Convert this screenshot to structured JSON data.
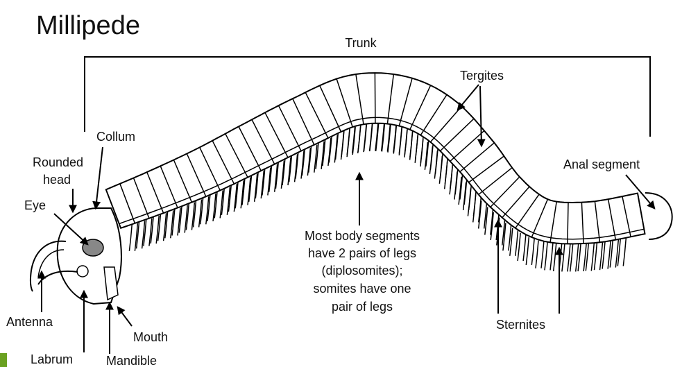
{
  "title": "Millipede",
  "labels": {
    "trunk": "Trunk",
    "tergites": "Tergites",
    "collum": "Collum",
    "rounded_head_1": "Rounded",
    "rounded_head_2": "head",
    "eye": "Eye",
    "anal_segment": "Anal segment",
    "antenna": "Antenna",
    "labrum": "Labrum",
    "mandible": "Mandible",
    "mouth": "Mouth",
    "sternites": "Sternites"
  },
  "note_lines": [
    "Most body segments",
    "have 2 pairs of legs",
    "(diplosomites);",
    "somites have one",
    "pair of legs"
  ],
  "colors": {
    "accent_bar": "#6aa121",
    "eye_fill": "#888888"
  }
}
